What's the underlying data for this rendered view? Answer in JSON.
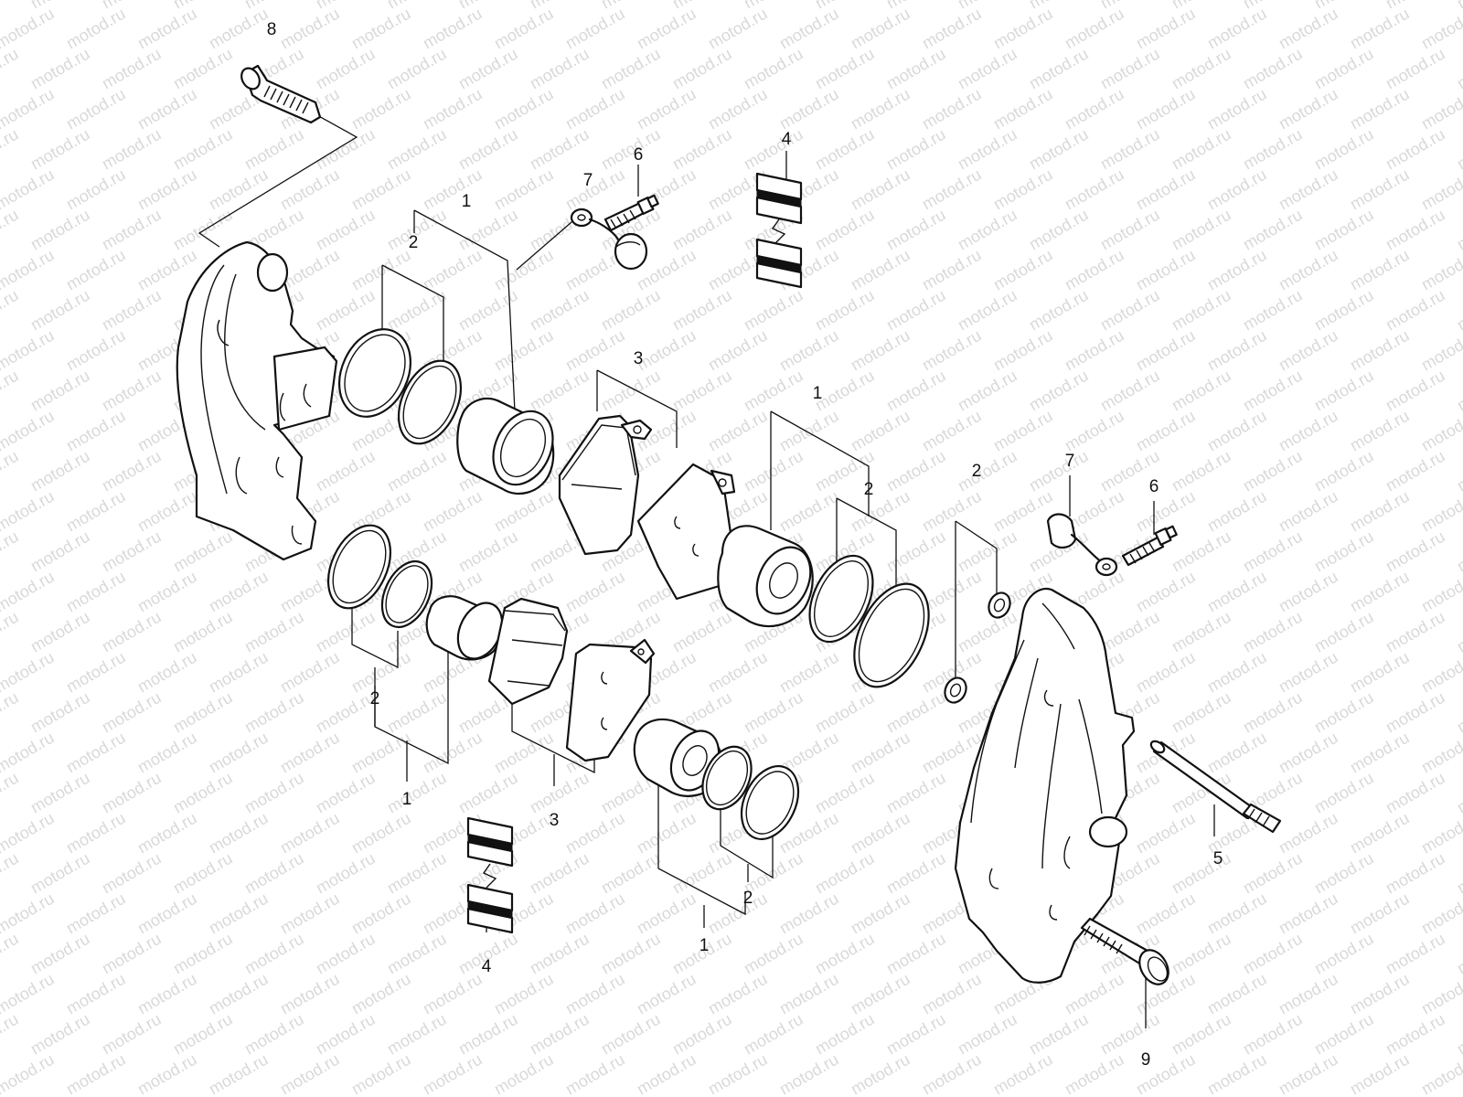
{
  "watermark": {
    "text": "motod.ru",
    "color": "#d9d9d9"
  },
  "callouts": [
    {
      "id": "c8",
      "text": "8"
    },
    {
      "id": "c1a",
      "text": "1"
    },
    {
      "id": "c2a",
      "text": "2"
    },
    {
      "id": "c7a",
      "text": "7"
    },
    {
      "id": "c6a",
      "text": "6"
    },
    {
      "id": "c4a",
      "text": "4"
    },
    {
      "id": "c3a",
      "text": "3"
    },
    {
      "id": "c1b",
      "text": "1"
    },
    {
      "id": "c2b",
      "text": "2"
    },
    {
      "id": "c2c",
      "text": "2"
    },
    {
      "id": "c7b",
      "text": "7"
    },
    {
      "id": "c6b",
      "text": "6"
    },
    {
      "id": "c2d",
      "text": "2"
    },
    {
      "id": "c1c",
      "text": "1"
    },
    {
      "id": "c3b",
      "text": "3"
    },
    {
      "id": "c4b",
      "text": "4"
    },
    {
      "id": "c2e",
      "text": "2"
    },
    {
      "id": "c1d",
      "text": "1"
    },
    {
      "id": "c5",
      "text": "5"
    },
    {
      "id": "c9",
      "text": "9"
    }
  ]
}
